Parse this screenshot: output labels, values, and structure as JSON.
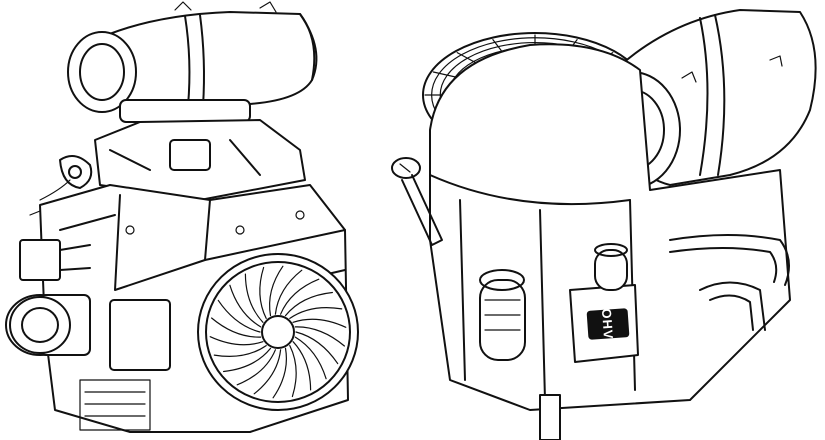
{
  "figure": {
    "left_engine": {
      "icon": "engine-front-fan-view"
    },
    "right_engine": {
      "icon": "engine-top-grille-view"
    },
    "badge_text": "OHV",
    "colors": {
      "line": "#111111",
      "background": "#ffffff"
    }
  }
}
